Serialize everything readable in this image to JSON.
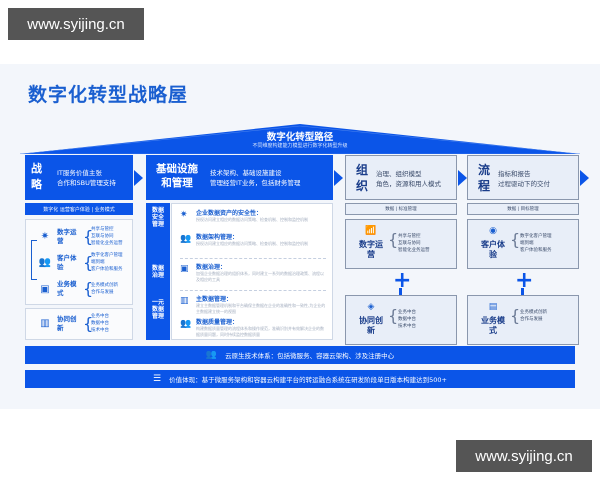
{
  "watermark": {
    "top": "www.syijing.cn",
    "bottom": "www.syijing.cn"
  },
  "title": "数字化转型战略屋",
  "roof": {
    "title": "数字化转型路径",
    "subtitle": "不同维度构建能力模型进行数字化转型升级"
  },
  "strategy": {
    "label": "战略",
    "lines": [
      "IT服务价值主张",
      "合作和SBU管理支持"
    ],
    "bar": "数字化 运营客户体验 | 业务模式",
    "groups": [
      {
        "icon": "gear-icon",
        "label": "数字运营",
        "items": [
          "共享与管控",
          "互联与协同",
          "智能化业务运营"
        ]
      },
      {
        "icon": "people-icon",
        "label": "客户体验",
        "items": [
          "数字化客户管理",
          "端到端",
          "客户体验和服务"
        ]
      },
      {
        "icon": "monitor-icon",
        "label": "业务模式",
        "items": [
          "业务模式创新",
          "合作与发展"
        ]
      }
    ],
    "collab": {
      "icon": "building-icon",
      "label": "协同创新",
      "items": [
        "业务中台",
        "数据中台",
        "技术中台"
      ]
    }
  },
  "infra": {
    "label": "基础设施和管理",
    "lines": [
      "技术架构、基础设施建设",
      "管理经营IT业务，包括财务管理"
    ],
    "side": [
      "数据安全管理",
      "数据治理",
      "一元数据管理"
    ],
    "items": [
      {
        "icon": "gear-icon",
        "title": "企业数据资产的安全性：",
        "desc": "授权访问建立相应的数据访问策略、检查机制、控制和监控机制"
      },
      {
        "icon": "people-icon",
        "title": "数据架构管理：",
        "desc": "授权访问建立相应的数据访问策略、检查机制、控制和监控机制"
      },
      {
        "icon": "monitor-icon",
        "title": "数据治理：",
        "desc": "加强企业数据治理的组织体系，同时建立一系列的数据治理政策、流程以及相应的工具"
      },
      {
        "icon": "building-icon",
        "title": "主数据管理：",
        "desc": "建立主数据管理机制和平台确保主数据在企业的准确性和一致性,为企业的主数据建立统一的视图"
      },
      {
        "icon": "people-icon",
        "title": "数据质量管理：",
        "desc": "构建数据质量管理的流程体系和操作规范，准确识别并有效解决企业的数据质量问题，同时持续监控数据质量"
      }
    ]
  },
  "org": {
    "label": "组织",
    "lines": [
      "治理、组织模型",
      "角色，资源和用人模式"
    ],
    "tag": "数据 | 标准管理",
    "cards": [
      {
        "icon": "5g-signal-icon",
        "label": "数字运营",
        "items": [
          "共享与管控",
          "互联与协同",
          "智能化业务运营"
        ]
      },
      {
        "icon": "network-icon",
        "label": "协同创新",
        "items": [
          "业务中台",
          "数据中台",
          "技术中台"
        ]
      }
    ]
  },
  "process": {
    "label": "流程",
    "lines": [
      "指标和报告",
      "过程驱动下的交付"
    ],
    "tag": "数据 | 目标管理",
    "cards": [
      {
        "icon": "globe-icon",
        "label": "客户体验",
        "items": [
          "数字化客户管理",
          "端到端",
          "客户体验和服务"
        ]
      },
      {
        "icon": "document-icon",
        "label": "业务模式",
        "items": [
          "业务模式创新",
          "合作与发展"
        ]
      }
    ]
  },
  "bands": [
    {
      "icon": "people-icon",
      "text": "云原生技术体系：包括微服务、容器云架构、涉及注册中心"
    },
    {
      "icon": "chart-icon",
      "text": "价值体现：基于微服务架构和容器云构建平台的转运融合系统在研发阶段单日版本构建达到500+"
    }
  ],
  "colors": {
    "primary": "#0b55e8",
    "title": "#1a5fd0",
    "panel": "#f3f6fb"
  }
}
